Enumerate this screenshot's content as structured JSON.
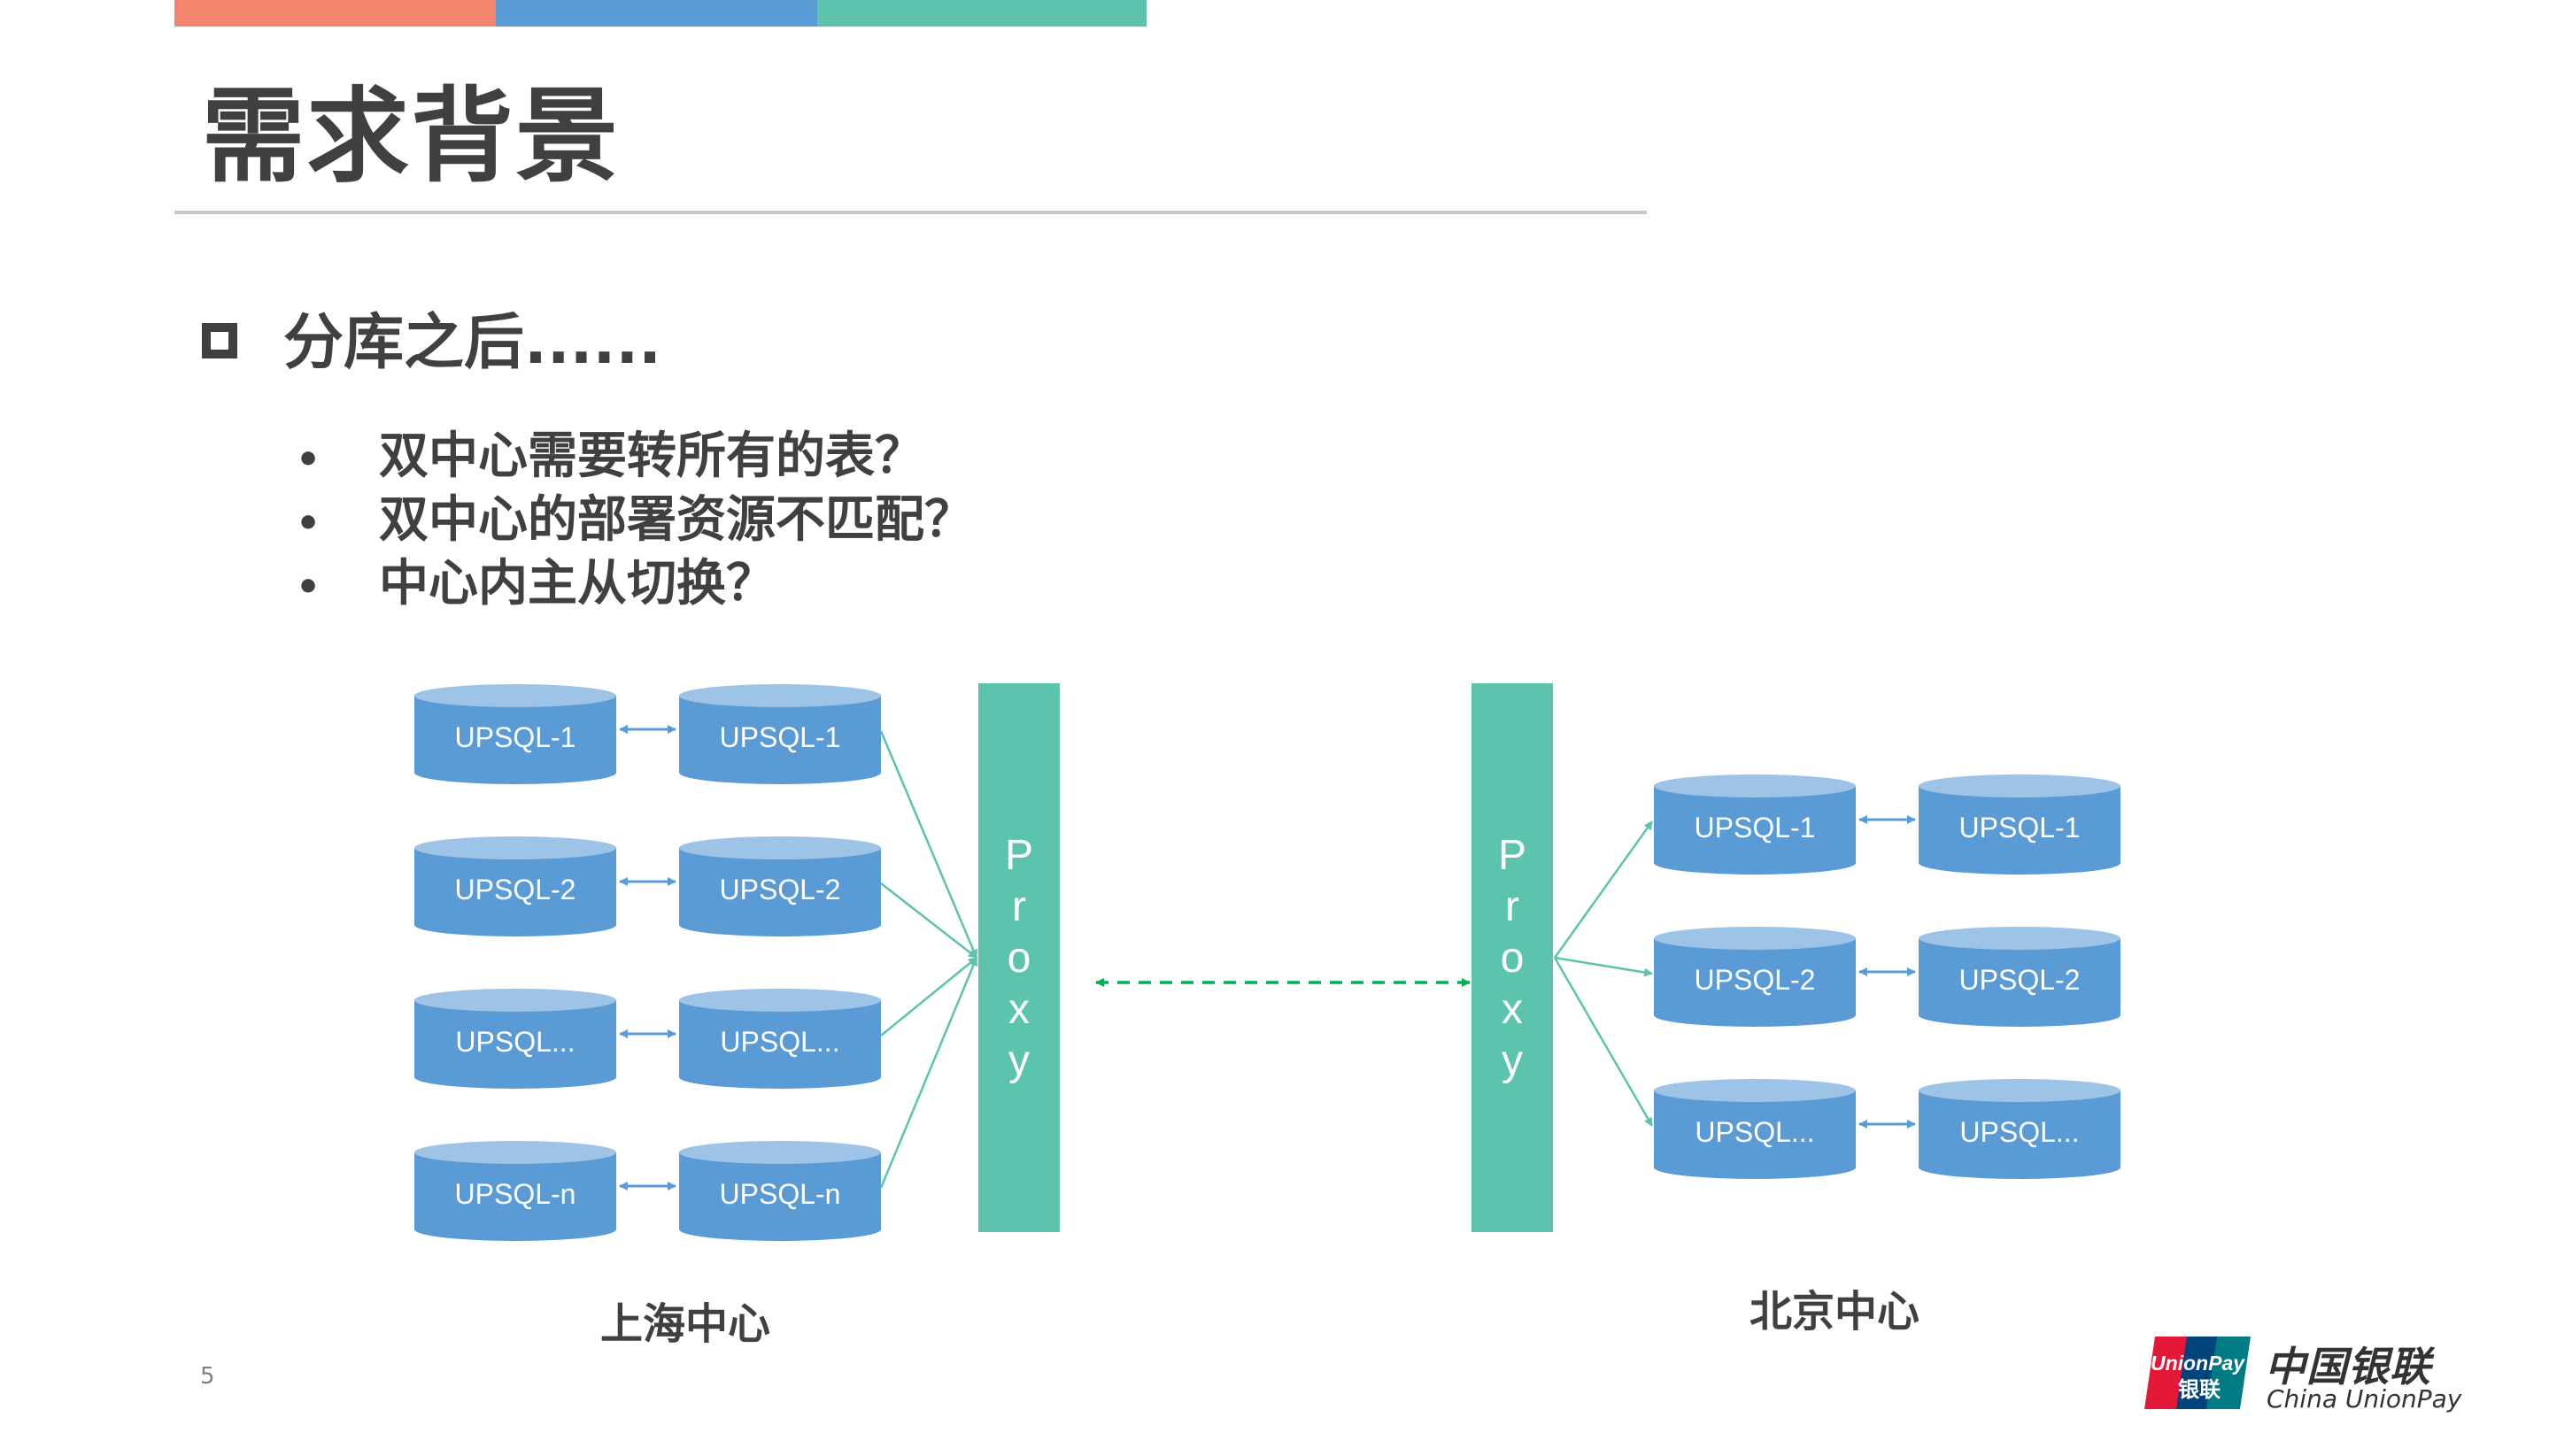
{
  "slide": {
    "title": "需求背景",
    "section_heading": "分库之后......",
    "bullet_char": "•",
    "bullets": [
      "双中心需要转所有的表？",
      "双中心的部署资源不匹配？",
      "中心内主从切换？"
    ],
    "page_number": "5",
    "accent_colors": [
      "#F4846E",
      "#5B9BD5",
      "#5CC3AC"
    ]
  },
  "diagram": {
    "proxy_label": "Proxy",
    "proxy_letters": [
      "P",
      "r",
      "o",
      "x",
      "y"
    ],
    "proxy_color": "#5CC3AC",
    "db_color": "#5B9BD5",
    "link_color": "#00B050",
    "shanghai": {
      "label": "上海中心",
      "rows": [
        [
          "UPSQL-1",
          "UPSQL-1"
        ],
        [
          "UPSQL-2",
          "UPSQL-2"
        ],
        [
          "UPSQL...",
          "UPSQL..."
        ],
        [
          "UPSQL-n",
          "UPSQL-n"
        ]
      ]
    },
    "beijing": {
      "label": "北京中心",
      "rows": [
        [
          "UPSQL-1",
          "UPSQL-1"
        ],
        [
          "UPSQL-2",
          "UPSQL-2"
        ],
        [
          "UPSQL...",
          "UPSQL..."
        ]
      ]
    }
  },
  "logo": {
    "card_text_top": "UnionPay",
    "card_text_bottom": "银联",
    "name_cn": "中国银联",
    "name_en": "China UnionPay"
  }
}
